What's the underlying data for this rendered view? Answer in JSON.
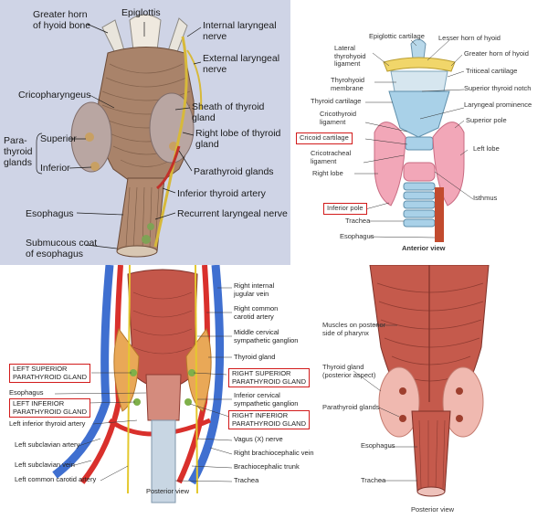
{
  "panel_tl": {
    "labels": {
      "greater_horn": [
        "Greater horn",
        "of hyoid bone"
      ],
      "epiglottis": "Epiglottis",
      "internal_laryngeal": [
        "Internal laryngeal",
        "nerve"
      ],
      "external_laryngeal": [
        "External laryngeal",
        "nerve"
      ],
      "cricopharyngeus": "Cricopharyngeus",
      "sheath": [
        "Sheath of thyroid",
        "gland"
      ],
      "right_lobe": [
        "Right lobe of thyroid",
        "gland"
      ],
      "parathyroid_glands_group": [
        "Para-",
        "thyroid",
        "glands"
      ],
      "superior": "Superior",
      "inferior": "Inferior",
      "parathyroid_glands": "Parathyroid glands",
      "inferior_thyroid_artery": "Inferior thyroid artery",
      "esophagus": "Esophagus",
      "recurrent_laryngeal": "Recurrent laryngeal nerve",
      "submucous": [
        "Submucous coat",
        "of esophagus"
      ]
    }
  },
  "panel_tr": {
    "labels": {
      "epiglottic_cartilage": "Epiglottic cartilage",
      "lesser_horn": "Lesser horn of hyoid",
      "lateral_thyrohyoid": [
        "Lateral",
        "thyrohyoid",
        "ligament"
      ],
      "greater_horn": "Greater horn of hyoid",
      "triticeal": "Triticeal cartilage",
      "thyrohyoid_membrane": [
        "Thyrohyoid",
        "membrane"
      ],
      "superior_thyroid_notch": "Superior thyroid notch",
      "thyroid_cartilage": "Thyroid cartilage",
      "laryngeal_prominence": "Laryngeal prominence",
      "cricothyroid": [
        "Cricothyroid",
        "ligament"
      ],
      "superior_pole": "Superior pole",
      "cricoid_cartilage": "Cricoid cartilage",
      "left_lobe": "Left lobe",
      "cricotracheal": [
        "Cricotracheal",
        "ligament"
      ],
      "right_lobe": "Right lobe",
      "inferior_pole": "Inferior pole",
      "isthmus": "Isthmus",
      "trachea": "Trachea",
      "esophagus": "Esophagus",
      "view": "Anterior view"
    }
  },
  "panel_bl": {
    "labels": {
      "right_internal_jugular": [
        "Right internal",
        "jugular vein"
      ],
      "right_common_carotid": [
        "Right common",
        "carotid artery"
      ],
      "middle_cervical": [
        "Middle cervical",
        "sympathetic ganglion"
      ],
      "thyroid_gland": "Thyroid gland",
      "left_superior_parathyroid": [
        "LEFT SUPERIOR",
        "PARATHYROID GLAND"
      ],
      "right_superior_parathyroid": [
        "RIGHT SUPERIOR",
        "PARATHYROID GLAND"
      ],
      "esophagus": "Esophagus",
      "inferior_cervical": [
        "Inferior cervical",
        "sympathetic ganglion"
      ],
      "left_inferior_parathyroid": [
        "LEFT INFERIOR",
        "PARATHYROID GLAND"
      ],
      "right_inferior_parathyroid": [
        "RIGHT INFERIOR",
        "PARATHYROID GLAND"
      ],
      "left_inferior_thyroid_artery": "Left inferior thyroid artery",
      "vagus": "Vagus (X) nerve",
      "left_subclavian_artery": "Left subclavian artery",
      "right_brachiocephalic_vein": "Right brachiocephalic vein",
      "brachiocephalic_trunk": "Brachiocephalic trunk",
      "left_subclavian_vein": "Left subclavian vein",
      "left_common_carotid": "Left common carotid artery",
      "trachea": "Trachea",
      "view": "Posterior view"
    }
  },
  "panel_br": {
    "labels": {
      "muscles_posterior": [
        "Muscles on posterior",
        "side of pharynx"
      ],
      "thyroid_gland": [
        "Thyroid gland",
        "(posterior aspect)"
      ],
      "parathyroid_glands": "Parathyroid glands",
      "esophagus": "Esophagus",
      "trachea": "Trachea",
      "view": "Posterior view"
    }
  },
  "colors": {
    "highlight_box": "#d21b1b",
    "muscle": "#b5574a",
    "thyroid": "#f2a7b8",
    "cartilage": "#a9d1e8",
    "artery": "#d9302c",
    "vein": "#3f6fd0",
    "nerve": "#e4c82e"
  }
}
